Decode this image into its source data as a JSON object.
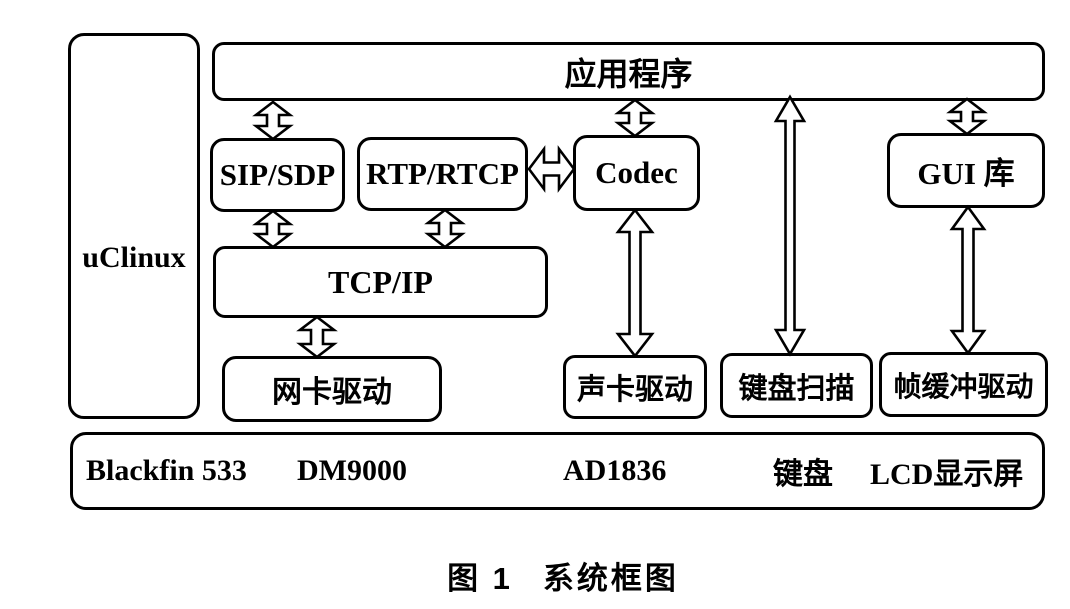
{
  "diagram": {
    "os": "uClinux",
    "application": "应用程序",
    "protocol": {
      "sip": "SIP/SDP",
      "rtp": "RTP/RTCP",
      "codec": "Codec",
      "gui": "GUI 库",
      "tcpip": "TCP/IP"
    },
    "drivers": {
      "nic": "网卡驱动",
      "sound": "声卡驱动",
      "keyboard": "键盘扫描",
      "framebuffer": "帧缓冲驱动"
    },
    "hardware": [
      "Blackfin 533",
      "DM9000",
      "AD1836",
      "键盘",
      "LCD显示屏"
    ],
    "caption": {
      "figure_no": "图 1",
      "title": "系统框图"
    },
    "connections": [
      {
        "from": "应用程序",
        "to": "SIP/SDP",
        "type": "bidirectional"
      },
      {
        "from": "应用程序",
        "to": "Codec",
        "type": "bidirectional"
      },
      {
        "from": "应用程序",
        "to": "键盘扫描",
        "type": "bidirectional"
      },
      {
        "from": "应用程序",
        "to": "GUI 库",
        "type": "bidirectional"
      },
      {
        "from": "SIP/SDP",
        "to": "TCP/IP",
        "type": "bidirectional"
      },
      {
        "from": "RTP/RTCP",
        "to": "TCP/IP",
        "type": "bidirectional"
      },
      {
        "from": "RTP/RTCP",
        "to": "Codec",
        "type": "bidirectional"
      },
      {
        "from": "TCP/IP",
        "to": "网卡驱动",
        "type": "bidirectional"
      },
      {
        "from": "Codec",
        "to": "声卡驱动",
        "type": "bidirectional"
      },
      {
        "from": "GUI 库",
        "to": "帧缓冲驱动",
        "type": "bidirectional"
      }
    ],
    "colors": {
      "line": "#000000",
      "background": "#ffffff"
    }
  }
}
